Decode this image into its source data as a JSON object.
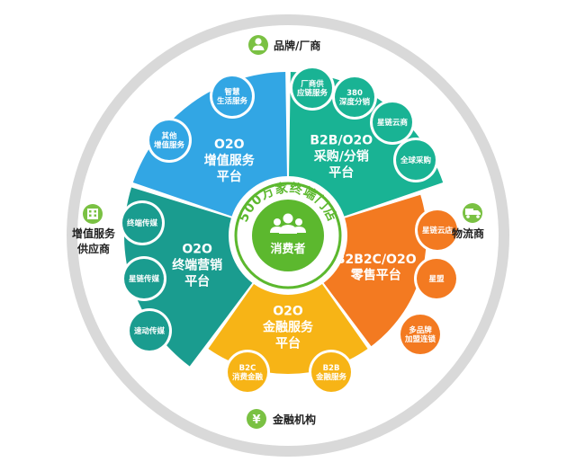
{
  "center": {
    "ring_text": "500万家终端门店",
    "label": "消费者"
  },
  "sectors": [
    {
      "key": "b2b",
      "color": "#19b394",
      "title": [
        "B2B/O2O",
        "采购/分销",
        "平台"
      ],
      "nodes": [
        {
          "lines": [
            "厂商供",
            "应链服务"
          ]
        },
        {
          "lines": [
            "380",
            "深度分销"
          ]
        },
        {
          "lines": [
            "星链云商"
          ]
        },
        {
          "lines": [
            "全球采购"
          ]
        }
      ]
    },
    {
      "key": "retail",
      "color": "#f37a21",
      "title": [
        "B2B2C/O2O",
        "零售平台"
      ],
      "nodes": [
        {
          "lines": [
            "星链云店"
          ]
        },
        {
          "lines": [
            "星盟"
          ]
        },
        {
          "lines": [
            "多品牌",
            "加盟连锁"
          ]
        }
      ]
    },
    {
      "key": "finance",
      "color": "#f7b416",
      "title": [
        "O2O",
        "金融服务",
        "平台"
      ],
      "nodes": [
        {
          "lines": [
            "B2B",
            "金融服务"
          ]
        },
        {
          "lines": [
            "B2C",
            "消费金融"
          ]
        }
      ]
    },
    {
      "key": "marketing",
      "color": "#1a9c8f",
      "title": [
        "O2O",
        "终端营销",
        "平台"
      ],
      "nodes": [
        {
          "lines": [
            "速动传媒"
          ]
        },
        {
          "lines": [
            "星链传媒"
          ]
        },
        {
          "lines": [
            "终端传媒"
          ]
        }
      ]
    },
    {
      "key": "vas",
      "color": "#32a6e4",
      "title": [
        "O2O",
        "增值服务",
        "平台"
      ],
      "nodes": [
        {
          "lines": [
            "其他",
            "增值服务"
          ]
        },
        {
          "lines": [
            "智慧",
            "生活服务"
          ]
        }
      ]
    }
  ],
  "outer_labels": [
    {
      "key": "brand",
      "icon": "person-icon",
      "lines": [
        "品牌/厂商"
      ]
    },
    {
      "key": "logistics",
      "icon": "truck-icon",
      "lines": [
        "物流商"
      ]
    },
    {
      "key": "fin-inst",
      "icon": "yen-icon",
      "lines": [
        "金融机构"
      ]
    },
    {
      "key": "vas-provider",
      "icon": "building-icon",
      "lines": [
        "增值服务",
        "供应商"
      ]
    }
  ],
  "colors": {
    "ring_grey": "#d9d9d9",
    "center_green": "#5cb82e",
    "icon_green": "#7ac143"
  }
}
